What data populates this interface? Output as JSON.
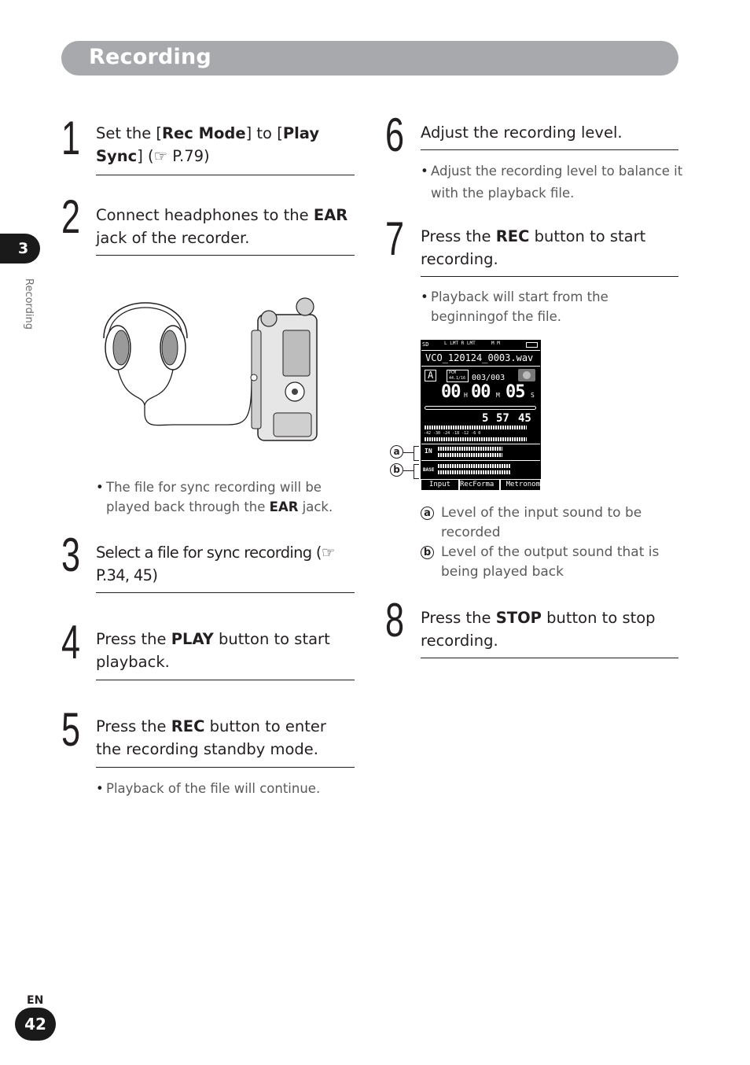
{
  "header": {
    "title": "Recording"
  },
  "chapter": {
    "number": "3",
    "side_label": "Recording"
  },
  "steps": [
    {
      "num": "1",
      "pre": "Set the [",
      "b1": "Rec Mode",
      "mid": "] to [",
      "b2": "Play Sync",
      "post": "] (☞ P.79)"
    },
    {
      "num": "2",
      "pre": "Connect headphones to the ",
      "b1": "EAR",
      "post": " jack of the recorder."
    },
    {
      "num": "3",
      "text": "Select a file for sync recording (☞ P.34, 45)"
    },
    {
      "num": "4",
      "pre": "Press the ",
      "b1": "PLAY",
      "post": " button to start playback."
    },
    {
      "num": "5",
      "pre": "Press the ",
      "b1": "REC",
      "post": " button to enter the recording standby mode."
    },
    {
      "num": "6",
      "text": "Adjust the recording level."
    },
    {
      "num": "7",
      "pre": "Press the ",
      "b1": "REC",
      "post": " button to start recording."
    },
    {
      "num": "8",
      "pre": "Press the ",
      "b1": "STOP",
      "post": " button to stop recording."
    }
  ],
  "bullets": {
    "step2": {
      "pre": "The file for sync recording will be played back through the ",
      "b": "EAR",
      "post": " jack."
    },
    "step5": "Playback of the file will continue.",
    "step6": "Adjust the recording level to balance it with the playback file.",
    "step7": "Playback will start from the beginningof the file."
  },
  "notes": [
    {
      "marker": "a",
      "text": "Level of the input sound to be recorded"
    },
    {
      "marker": "b",
      "text": "Level of the output sound that is being played back"
    }
  ],
  "lcd": {
    "sd": "SD",
    "limits": "L LMT  R LMT",
    "mics": "M  M",
    "filename": "VCO_120124_0003.wav",
    "mode": "A",
    "format": "PCM 44.1/16",
    "file_count": "003/003",
    "h": "00",
    "h_unit": "H",
    "m": "00",
    "m_unit": "M",
    "s": "05",
    "s_unit": "S",
    "remain_h": "5",
    "remain_m": "57",
    "remain_s": "45",
    "scale": "-42  -30  -24  -18  -12  -6  0",
    "in_label": "IN",
    "base_label": "BASE",
    "tabs": [
      "Input",
      "RecForma",
      "Metronom"
    ]
  },
  "footer": {
    "lang": "EN",
    "page": "42"
  }
}
